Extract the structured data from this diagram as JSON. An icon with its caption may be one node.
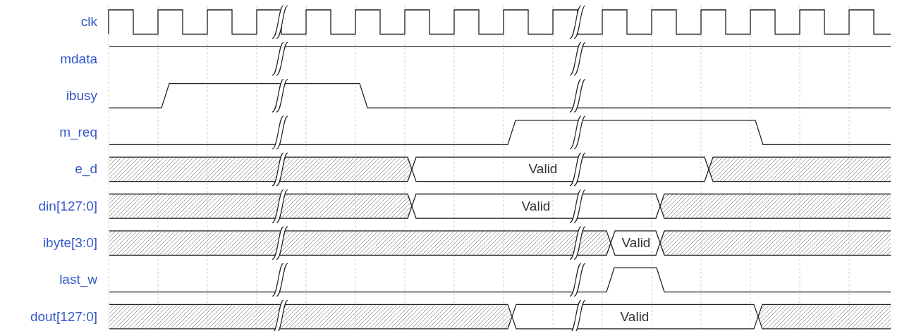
{
  "diagram": {
    "labels": [
      "clk",
      "mdata",
      "ibusy",
      "m_req",
      "e_d",
      "Valid",
      "din[127:0]",
      "Valid",
      "ibyte[3:0]",
      "Valid",
      "last_w",
      "dout[127:0]",
      "Valid"
    ]
  }
}
